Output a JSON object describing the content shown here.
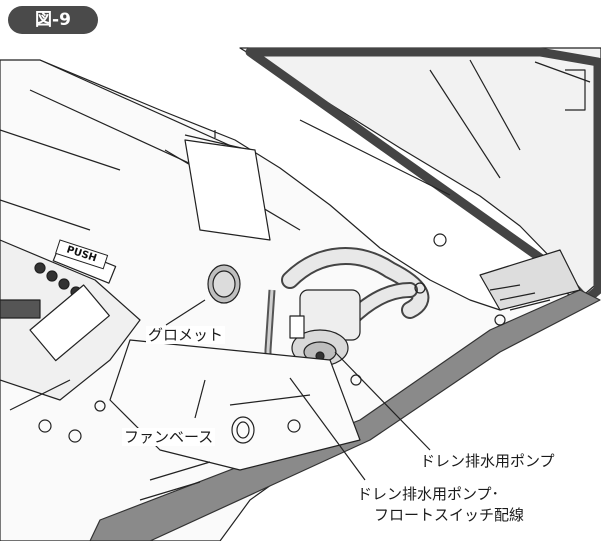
{
  "figure": {
    "badge": "図-9"
  },
  "labels": {
    "grommet": "グロメット",
    "fan_base": "ファンベース",
    "drain_pump": "ドレン排水用ポンプ",
    "wiring_line1": "ドレン排水用ポンプ･",
    "wiring_line2": "フロートスイッチ配線"
  },
  "panel": {
    "push_label": "PUSH"
  },
  "colors": {
    "line": "#222222",
    "frame": "#6e6e6e",
    "badge": "#4a4a4a",
    "paper": "#ffffff"
  }
}
